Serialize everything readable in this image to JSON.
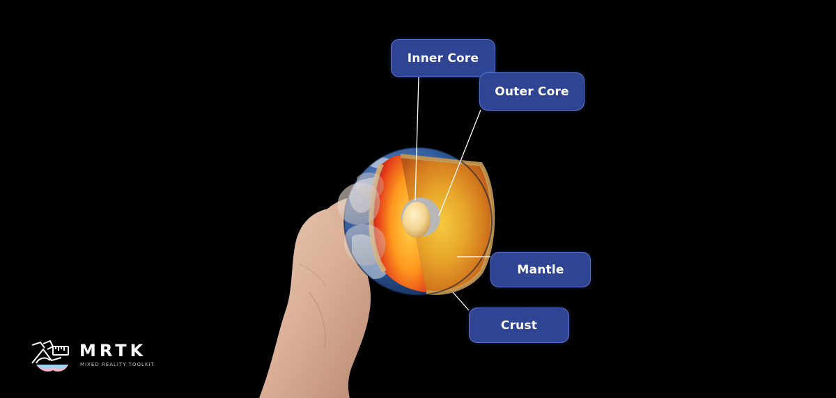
{
  "labels": {
    "inner_core": "Inner Core",
    "outer_core": "Outer Core",
    "mantle": "Mantle",
    "crust": "Crust"
  },
  "logo": {
    "title": "MRTK",
    "subtitle": "MIXED REALITY TOOLKIT"
  },
  "colors": {
    "background": "#000000",
    "label_fill": "#2f4594",
    "label_border": "#5a72c8",
    "label_text": "#ffffff",
    "leader_line": "#ffffff"
  },
  "icons": {
    "logo_mark": "mrtk-headset-tools-icon"
  }
}
